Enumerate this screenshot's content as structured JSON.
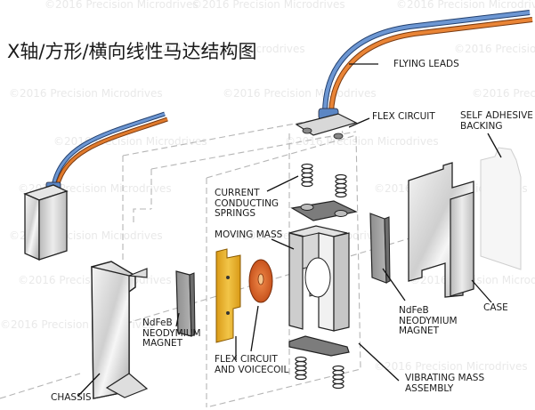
{
  "title": "X轴/方形/横向线性马达结构图",
  "watermark": "©2016 Precision Microdrives",
  "labels": {
    "flying_leads": "FLYING LEADS",
    "flex_circuit_top": "FLEX CIRCUIT",
    "self_adhesive_backing": "SELF ADHESIVE\nBACKING",
    "current_conducting_springs": "CURRENT\nCONDUCTING\nSPRINGS",
    "moving_mass": "MOVING MASS",
    "magnet_right": "NdFeB\nNEODYMIUM\nMAGNET",
    "case": "CASE",
    "magnet_left": "NdFeB\nNEODYMIUM\nMAGNET",
    "flex_circuit_voicecoil": "FLEX CIRCUIT\nAND VOICECOIL",
    "vibrating_mass_assembly": "VIBRATING MASS\nASSEMBLY",
    "chassis": "CHASSIS"
  },
  "colors": {
    "wire_blue": "#5b86c4",
    "wire_orange": "#e07a2c",
    "flex_gold": "#e8b22a",
    "coil_orange": "#d9652a",
    "metal_grey": "#c9c9c9",
    "magnet_grey": "#9a9a9a"
  }
}
